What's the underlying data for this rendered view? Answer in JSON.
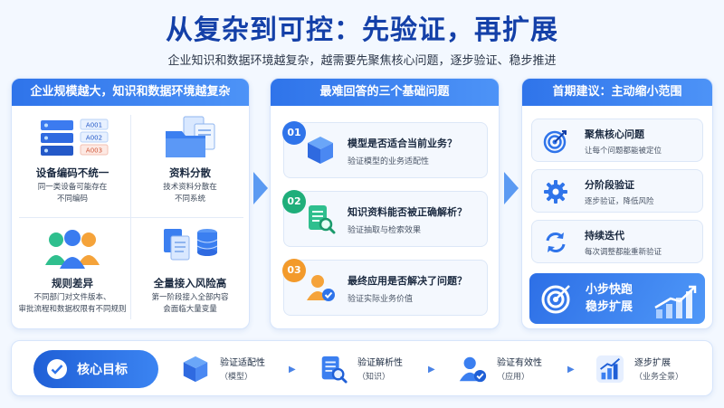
{
  "title": "从复杂到可控：先验证，再扩展",
  "subtitle": "企业知识和数据环境越复杂，越需要先聚焦核心问题，逐步验证、稳步推进",
  "left_panel": {
    "header": "企业规模越大，知识和数据环境越复杂",
    "codes": [
      "A001",
      "A002",
      "A003"
    ],
    "cells": [
      {
        "title": "设备编码不统一",
        "desc": "同一类设备可能存在\n不同编码"
      },
      {
        "title": "资料分散",
        "desc": "技术资料分散在\n不同系统"
      },
      {
        "title": "规则差异",
        "desc": "不同部门对文件版本、\n审批流程和数据权限有不同规则"
      },
      {
        "title": "全量接入风险高",
        "desc": "第一阶段接入全部内容\n会面临大量变量"
      }
    ]
  },
  "middle_panel": {
    "header": "最难回答的三个基础问题",
    "items": [
      {
        "num": "01",
        "title": "模型是否适合当前业务？",
        "desc": "验证模型的业务适配性",
        "color": "#2f74ea"
      },
      {
        "num": "02",
        "title": "知识资料能否被正确解析？",
        "desc": "验证抽取与检索效果",
        "color": "#1fae7a"
      },
      {
        "num": "03",
        "title": "最终应用是否解决了问题？",
        "desc": "验证实际业务价值",
        "color": "#f39a2b"
      }
    ]
  },
  "right_panel": {
    "header": "首期建议：主动缩小范围",
    "items": [
      {
        "title": "聚焦核心问题",
        "desc": "让每个问题都能被定位"
      },
      {
        "title": "分阶段验证",
        "desc": "逐步验证，降低风险"
      },
      {
        "title": "持续迭代",
        "desc": "每次调整都能重新验证"
      }
    ],
    "hero_line1": "小步快跑",
    "hero_line2": "稳步扩展"
  },
  "bottom": {
    "goal_label": "核心目标",
    "steps": [
      {
        "label": "验证适配性",
        "sub": "（模型）"
      },
      {
        "label": "验证解析性",
        "sub": "（知识）"
      },
      {
        "label": "验证有效性",
        "sub": "（应用）"
      },
      {
        "label": "逐步扩展",
        "sub": "（业务全景）"
      }
    ]
  },
  "colors": {
    "primary": "#2f74ea",
    "title": "#1440a8",
    "green": "#1fae7a",
    "orange": "#f39a2b"
  }
}
